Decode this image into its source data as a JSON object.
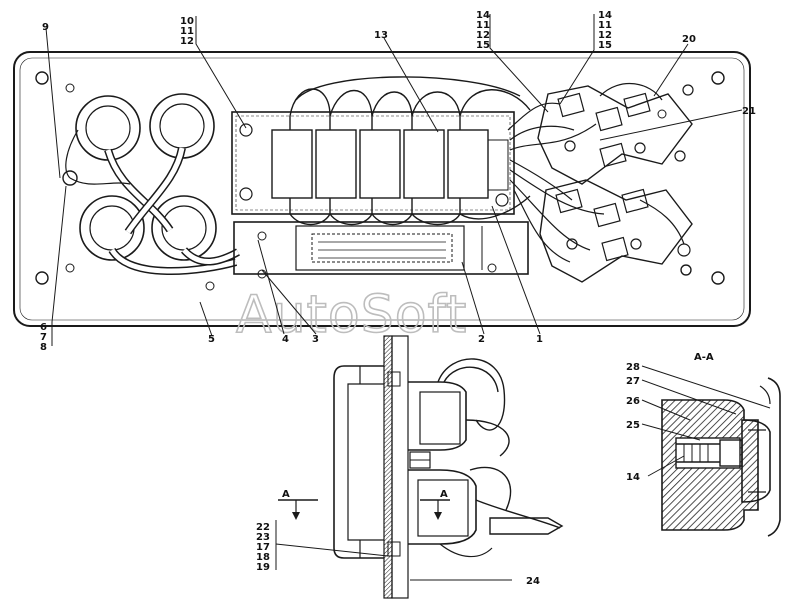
{
  "watermark": "AutoSoft",
  "section_label": "A-A",
  "section_marks": [
    "A",
    "A"
  ],
  "callouts_top": [
    {
      "id": "callout-9",
      "lines": [
        "9"
      ]
    },
    {
      "id": "callout-10-11-12",
      "lines": [
        "10",
        "11",
        "12"
      ]
    },
    {
      "id": "callout-13",
      "lines": [
        "13"
      ]
    },
    {
      "id": "callout-14-11-12-15-a",
      "lines": [
        "14",
        "11",
        "12",
        "15"
      ]
    },
    {
      "id": "callout-14-11-12-15-b",
      "lines": [
        "14",
        "11",
        "12",
        "15"
      ]
    },
    {
      "id": "callout-20",
      "lines": [
        "20"
      ]
    },
    {
      "id": "callout-21",
      "lines": [
        "21"
      ]
    }
  ],
  "callouts_bottom": [
    {
      "id": "callout-6-7-8",
      "lines": [
        "6",
        "7",
        "8"
      ]
    },
    {
      "id": "callout-5",
      "lines": [
        "5"
      ]
    },
    {
      "id": "callout-4",
      "lines": [
        "4"
      ]
    },
    {
      "id": "callout-3",
      "lines": [
        "3"
      ]
    },
    {
      "id": "callout-2",
      "lines": [
        "2"
      ]
    },
    {
      "id": "callout-1",
      "lines": [
        "1"
      ]
    }
  ],
  "callouts_side": [
    {
      "id": "callout-22-23-17-18-19",
      "lines": [
        "22",
        "23",
        "17",
        "18",
        "19"
      ]
    },
    {
      "id": "callout-24",
      "lines": [
        "24"
      ]
    }
  ],
  "callouts_section": [
    {
      "id": "callout-28",
      "lines": [
        "28"
      ]
    },
    {
      "id": "callout-27",
      "lines": [
        "27"
      ]
    },
    {
      "id": "callout-26",
      "lines": [
        "26"
      ]
    },
    {
      "id": "callout-25",
      "lines": [
        "25"
      ]
    },
    {
      "id": "callout-14-section",
      "lines": [
        "14"
      ]
    }
  ]
}
